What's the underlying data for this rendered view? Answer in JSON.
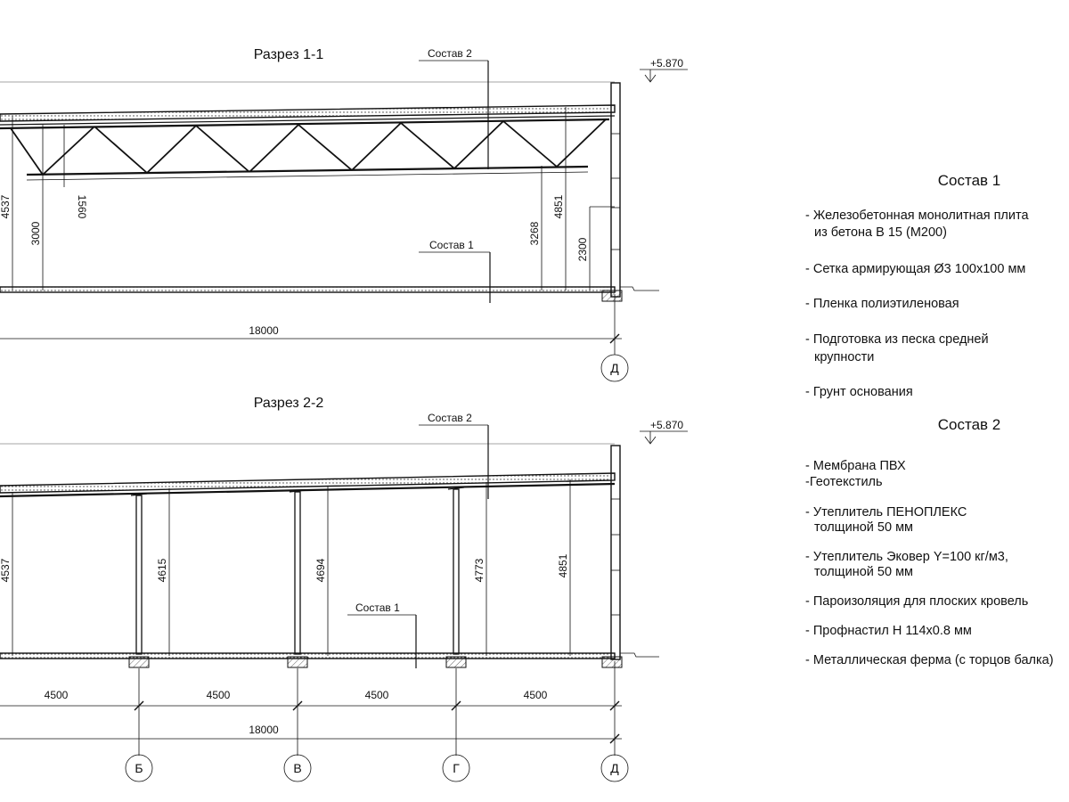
{
  "section1": {
    "title": "Разрез 1-1",
    "elevation": "+5.870",
    "sostav2_label": "Состав 2",
    "sostav1_label": "Состав 1",
    "dims": {
      "left_height": "4537",
      "inner_height": "3000",
      "truss_height": "1560",
      "right_inner": "3268",
      "right_height": "4851",
      "door_height": "2300",
      "span": "18000"
    },
    "axis": "Д"
  },
  "section2": {
    "title": "Разрез 2-2",
    "elevation": "+5.870",
    "sostav2_label": "Состав 2",
    "sostav1_label": "Состав 1",
    "heights": [
      "4537",
      "4615",
      "4694",
      "4773",
      "4851"
    ],
    "bays": [
      "4500",
      "4500",
      "4500",
      "4500"
    ],
    "span": "18000",
    "axes": [
      "Б",
      "В",
      "Г",
      "Д"
    ]
  },
  "legend": {
    "sostav1": {
      "title": "Состав 1",
      "lines": [
        "- Железобетонная  монолитная плита",
        "из бетона В 15 (М200)",
        "- Сетка армирующая Ø3 100х100 мм",
        "- Пленка полиэтиленовая",
        "- Подготовка из песка средней",
        "крупности",
        "- Грунт основания"
      ]
    },
    "sostav2": {
      "title": "Состав 2",
      "lines": [
        "- Мембрана ПВХ",
        "-Геотекстиль",
        "- Утеплитель ПЕНОПЛЕКС",
        "толщиной 50 мм",
        "- Утеплитель Эковер Y=100 кг/м3,",
        "толщиной 50 мм",
        "- Пароизоляция для плоских кровель",
        "- Профнастил Н 114х0.8 мм",
        "- Металлическая ферма (с торцов балка)"
      ]
    }
  }
}
